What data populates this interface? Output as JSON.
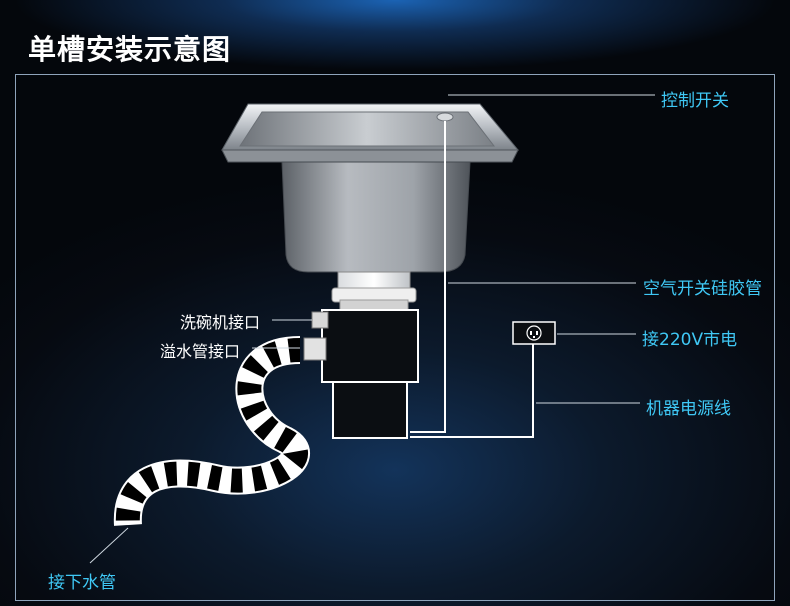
{
  "title": "单槽安装示意图",
  "labels": {
    "control_switch": "控制开关",
    "air_switch_tube": "空气开关硅胶管",
    "dishwasher_port": "洗碗机接口",
    "overflow_port": "溢水管接口",
    "mains_power": "接220V市电",
    "power_cord": "机器电源线",
    "drain_pipe": "接下水管"
  },
  "colors": {
    "label_cyan": "#3fc8f5",
    "title": "#ffffff",
    "background": "#0a0f18",
    "frame": "#8fa4bb"
  }
}
